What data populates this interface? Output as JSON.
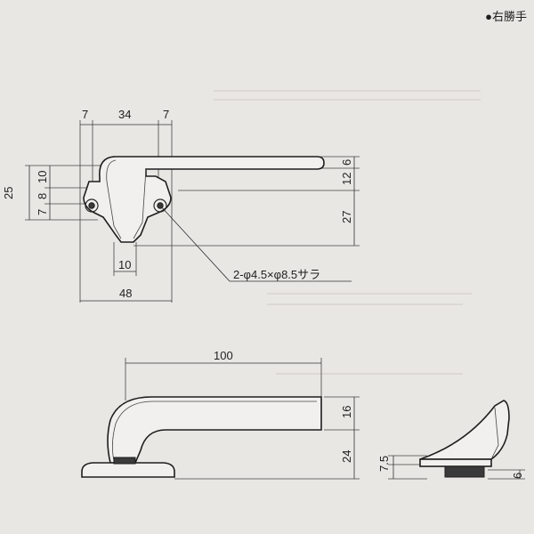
{
  "header": {
    "orientation_label": "右勝手",
    "bullet": "●"
  },
  "top_view": {
    "dims": {
      "left_margin": "7",
      "hole_spacing": "34",
      "right_margin": "7",
      "total_height_left": "25",
      "left_upper": "10",
      "left_mid": "8",
      "left_lower": "7",
      "right_top": "6",
      "right_mid": "12",
      "right_bottom": "27",
      "neck_width": "10",
      "base_width": "48"
    },
    "hole_note": "2-φ4.5×φ8.5サラ"
  },
  "side_view": {
    "dims": {
      "length": "100",
      "grip_height": "16",
      "stem_height": "24"
    }
  },
  "end_view": {
    "dims": {
      "base_height": "7.5",
      "base_thickness": "6"
    }
  },
  "colors": {
    "background": "#e9e7e4",
    "ink": "#1f1f1f",
    "part_fill": "#f1f0ee"
  }
}
